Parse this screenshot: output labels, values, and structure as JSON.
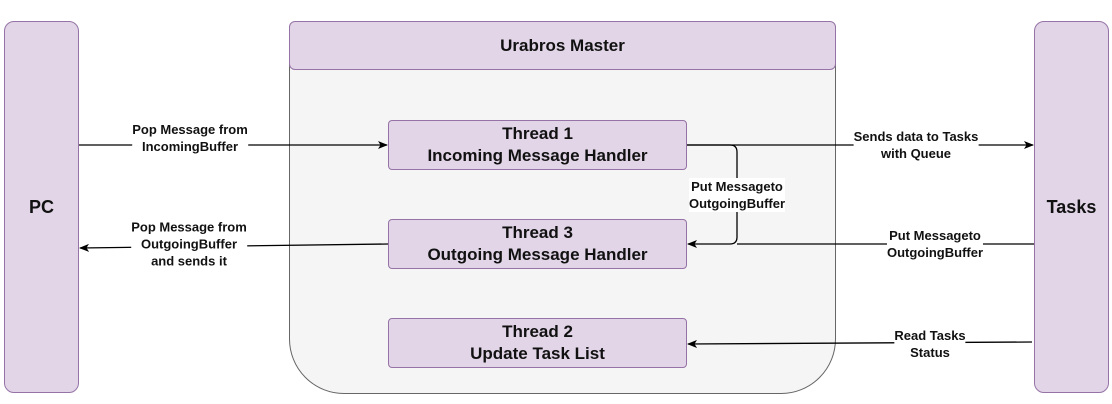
{
  "colors": {
    "box_fill": "#e1d5e7",
    "box_stroke": "#9673a6",
    "container_fill": "#f5f5f5",
    "container_stroke": "#666666",
    "line": "#000000"
  },
  "nodes": {
    "pc": "PC",
    "tasks": "Tasks",
    "master": "Urabros Master",
    "thread1": {
      "title": "Thread 1",
      "subtitle": "Incoming Message Handler"
    },
    "thread3": {
      "title": "Thread 3",
      "subtitle": "Outgoing Message Handler"
    },
    "thread2": {
      "title": "Thread 2",
      "subtitle": "Update Task List"
    }
  },
  "edges": {
    "pc_to_t1": {
      "line1": "Pop Message from",
      "line2": "IncomingBuffer"
    },
    "t3_to_pc": {
      "line1": "Pop Message from",
      "line2": "OutgoingBuffer",
      "line3": "and sends it"
    },
    "t1_to_tasks": {
      "line1": "Sends data to Tasks",
      "line2": "with Queue"
    },
    "t1_to_t3": {
      "line1": "Put Messageto",
      "line2": "OutgoingBuffer"
    },
    "tasks_to_t3": {
      "line1": "Put Messageto",
      "line2": "OutgoingBuffer"
    },
    "tasks_to_t2": {
      "line1": "Read Tasks",
      "line2": "Status"
    }
  }
}
